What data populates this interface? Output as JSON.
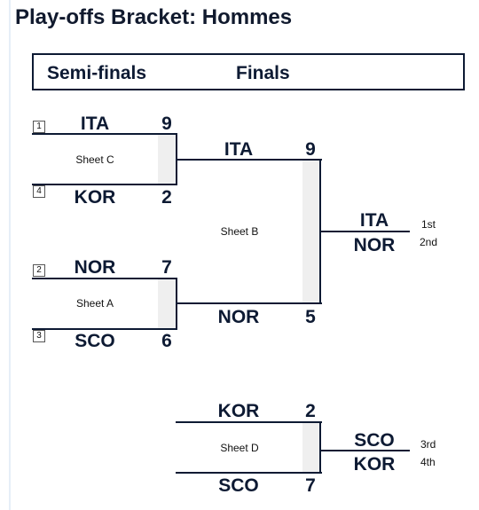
{
  "title": "Play-offs Bracket: Hommes",
  "header": {
    "round1": "Semi-finals",
    "round2": "Finals"
  },
  "semis": [
    {
      "sheet": "Sheet C",
      "top": {
        "seed": "1",
        "team": "ITA",
        "score": "9"
      },
      "bottom": {
        "seed": "4",
        "team": "KOR",
        "score": "2"
      }
    },
    {
      "sheet": "Sheet A",
      "top": {
        "seed": "2",
        "team": "NOR",
        "score": "7"
      },
      "bottom": {
        "seed": "3",
        "team": "SCO",
        "score": "6"
      }
    }
  ],
  "final": {
    "sheet": "Sheet B",
    "top": {
      "team": "ITA",
      "score": "9"
    },
    "bottom": {
      "team": "NOR",
      "score": "5"
    },
    "result_first": "ITA",
    "result_second": "NOR",
    "label_first": "1st",
    "label_second": "2nd"
  },
  "bronze": {
    "sheet": "Sheet D",
    "top": {
      "team": "KOR",
      "score": "2"
    },
    "bottom": {
      "team": "SCO",
      "score": "7"
    },
    "result_third": "SCO",
    "result_fourth": "KOR",
    "label_third": "3rd",
    "label_fourth": "4th"
  }
}
